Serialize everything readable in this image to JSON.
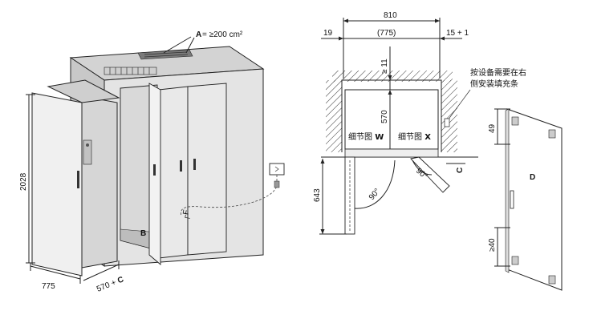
{
  "left": {
    "vent_label_letter": "A",
    "vent_label_value": " = ≥200 cm²",
    "height": "2028",
    "width": "775",
    "depth_value": "570 + ",
    "depth_letter": "C",
    "cabinet_letter": "B"
  },
  "middle": {
    "total_width": "810",
    "left_gap": "19",
    "inner_width": "(775)",
    "right_gap": "15 + 1",
    "top_gap": "≥ 11",
    "depth": "570",
    "height_643": "643",
    "detail_w_text": "细节图 ",
    "detail_w_letter": "W",
    "detail_x_text": "细节图 ",
    "detail_x_letter": "X",
    "angle_left": "90°",
    "angle_right": "90°",
    "c_letter": "C",
    "note_line1": "按设备需要在右",
    "note_line2": "侧安装填充条"
  },
  "right": {
    "dim_49": "49",
    "dim_40": "≥40",
    "door_letter": "D"
  }
}
